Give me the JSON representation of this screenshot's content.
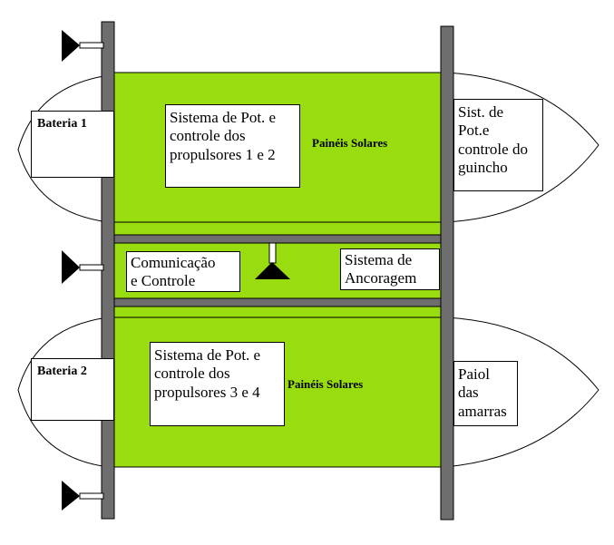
{
  "colors": {
    "deck": "#99dd11",
    "beam": "#6e6e6e",
    "outline": "#000000",
    "background": "#ffffff"
  },
  "labels": {
    "battery_1": "Bateria 1",
    "battery_2": "Bateria 2",
    "power_system_1": "Sistema de Pot. e\ncontrole dos\npropulsores 1 e 2",
    "power_system_2": "Sistema de Pot. e\ncontrole dos\npropulsores 3 e 4",
    "solar_panels_top": "Painéis Solares",
    "solar_panels_bottom": "Painéis Solares",
    "winch_system": "Sist. de\nPot.e\ncontrole do\nguincho",
    "communication": "Comunicação\ne Controle",
    "anchoring": "Sistema de\nAncoragem",
    "mooring_locker": "Paiol\ndas\namarras"
  },
  "icons": {
    "propeller_top": "propeller-mount-icon",
    "propeller_middle": "propeller-mount-icon",
    "propeller_bottom": "propeller-mount-icon",
    "anchor": "anchor-mast-icon"
  }
}
